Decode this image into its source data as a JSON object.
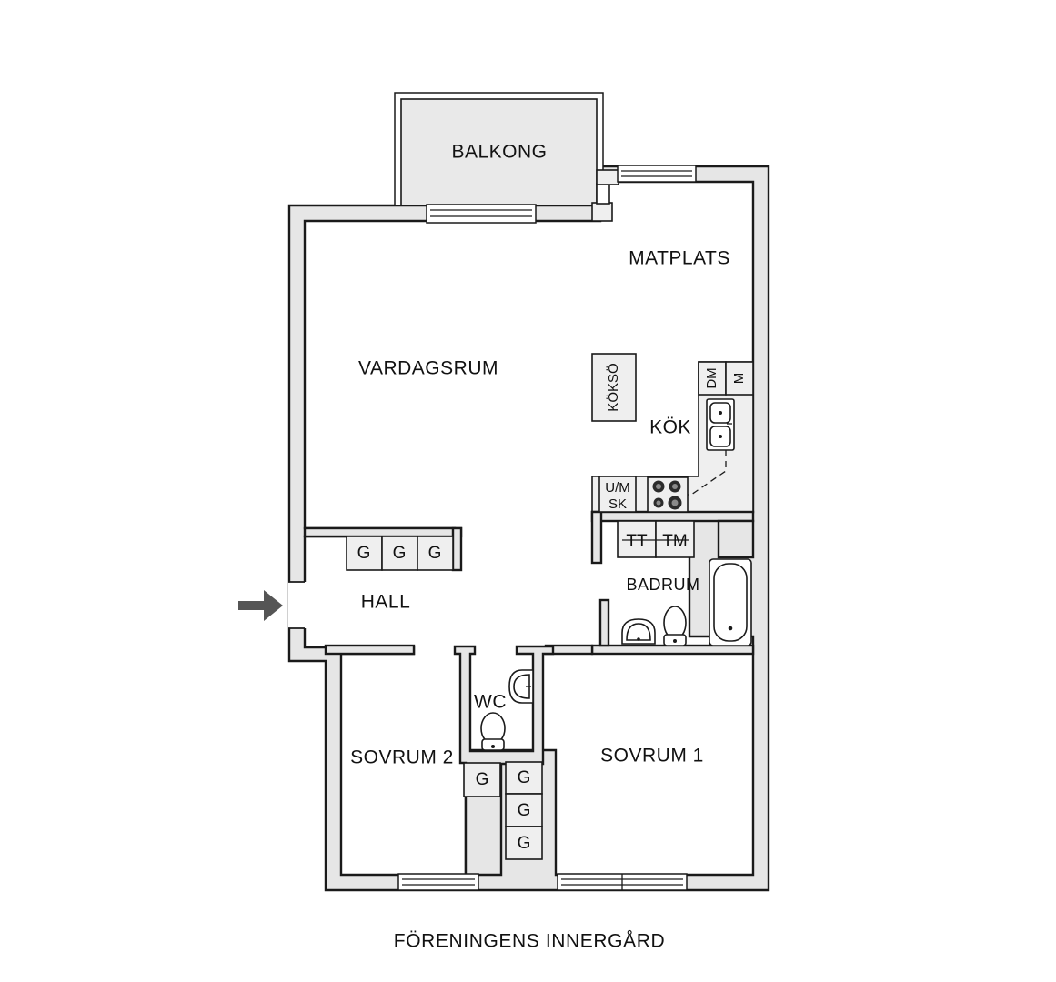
{
  "rooms": {
    "balcony": "BALKONG",
    "dining": "MATPLATS",
    "living": "VARDAGSRUM",
    "kitchen": "KÖK",
    "kitchen_island": "KÖKSÖ",
    "hall": "HALL",
    "bathroom": "BADRUM",
    "wc": "WC",
    "bedroom_2": "SOVRUM 2",
    "bedroom_1": "SOVRUM 1"
  },
  "fixtures": {
    "dishwasher": "DM",
    "microwave": "M",
    "oven_top": "U/M",
    "oven_bottom": "SK",
    "dryer": "TT",
    "washer": "TM",
    "wardrobe": "G"
  },
  "caption": "FÖRENINGENS INNERGÅRD"
}
